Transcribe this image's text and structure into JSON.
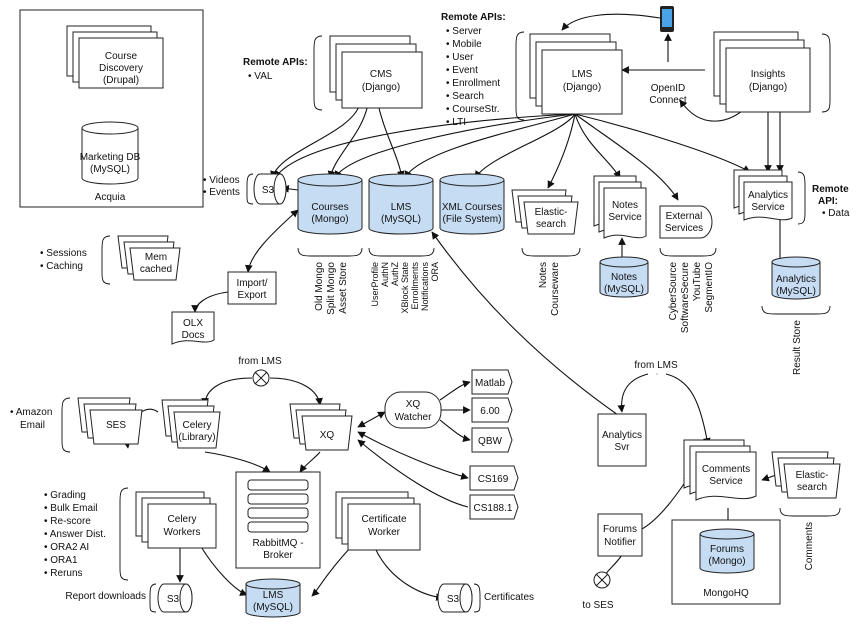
{
  "acquia": {
    "label": "Acquia",
    "course_discovery": [
      "Course",
      "Discovery",
      "(Drupal)"
    ],
    "marketing_db": [
      "Marketing DB",
      "(MySQL)"
    ]
  },
  "cms": {
    "lines": [
      "CMS",
      "(Django)"
    ],
    "remote_title": "Remote APIs:",
    "remote_items": [
      "VAL"
    ]
  },
  "lms": {
    "lines": [
      "LMS",
      "(Django)"
    ],
    "remote_title": "Remote APIs:",
    "remote_items": [
      "Server",
      "Mobile",
      "User",
      "Event",
      "Enrollment",
      "Search",
      "CourseStr.",
      "LTI"
    ]
  },
  "openid": [
    "OpenID",
    "Connect"
  ],
  "insights": [
    "Insights",
    "(Django)"
  ],
  "s3_videos": {
    "label": "S3",
    "items": [
      "Videos",
      "Events"
    ]
  },
  "courses_mongo": {
    "lines": [
      "Courses",
      "(Mongo)"
    ],
    "notes": [
      "Old Mongo",
      "Split Mongo",
      "Asset Store"
    ]
  },
  "lms_mysql": {
    "lines": [
      "LMS",
      "(MySQL)"
    ],
    "notes": [
      "UserProfile",
      "AuthN",
      "AuthZ",
      "XBlock State",
      "Enrollments",
      "Notifications",
      "ORA"
    ]
  },
  "xml_courses": [
    "XML Courses",
    "(File System)"
  ],
  "elastic_top": {
    "lines": [
      "Elastic-",
      "search"
    ],
    "notes": [
      "Notes",
      "Courseware"
    ]
  },
  "notes_service": [
    "Notes",
    "Service"
  ],
  "notes_mysql": [
    "Notes",
    "(MySQL)"
  ],
  "external": {
    "lines": [
      "External",
      "Services"
    ],
    "notes": [
      "CyberSource",
      "SoftwareSecure",
      "YouTube",
      "SegmentIO"
    ]
  },
  "analytics_service": {
    "lines": [
      "Analytics",
      "Service"
    ],
    "remote_title": "Remote",
    "remote_title2": "API:",
    "remote_items": [
      "Data"
    ]
  },
  "analytics_mysql": {
    "lines": [
      "Analytics",
      "(MySQL)"
    ],
    "notes": [
      "Result Store"
    ]
  },
  "memcached": {
    "lines": [
      "Mem",
      "cached"
    ],
    "items": [
      "Sessions",
      "Caching"
    ]
  },
  "import_export": [
    "Import/",
    "Export"
  ],
  "olx": [
    "OLX",
    "Docs"
  ],
  "from_lms_left": "from LMS",
  "from_lms_right": "from LMS",
  "ses": {
    "label": "SES",
    "items": [
      "Amazon",
      "Email"
    ]
  },
  "celery_lib": [
    "Celery",
    "(Library)"
  ],
  "xq": "XQ",
  "xq_watcher": [
    "XQ",
    "Watcher"
  ],
  "graders": [
    "Matlab",
    "6.00",
    "QBW"
  ],
  "cs169": "CS169",
  "cs188": "CS188.1",
  "rabbitmq": [
    "RabbitMQ -",
    "Broker"
  ],
  "celery_workers": {
    "lines": [
      "Celery",
      "Workers"
    ],
    "items": [
      "Grading",
      "Bulk Email",
      "Re-score",
      "Answer Dist.",
      "ORA2 AI",
      "ORA1",
      "Reruns"
    ]
  },
  "certificate": [
    "Certificate",
    "Worker"
  ],
  "s3_reports": {
    "label": "S3",
    "note": "Report downloads"
  },
  "lms_mysql_bottom": [
    "LMS",
    "(MySQL)"
  ],
  "s3_certs": {
    "label": "S3",
    "note": "Certificates"
  },
  "analytics_svr": [
    "Analytics",
    "Svr"
  ],
  "comments_service": [
    "Comments",
    "Service"
  ],
  "elastic_bottom": {
    "lines": [
      "Elastic-",
      "search"
    ],
    "note": "Comments"
  },
  "forums_notifier": [
    "Forums",
    "Notifier"
  ],
  "forums_mongo": [
    "Forums",
    "(Mongo)"
  ],
  "mongohq": "MongoHQ",
  "to_ses": "to SES"
}
